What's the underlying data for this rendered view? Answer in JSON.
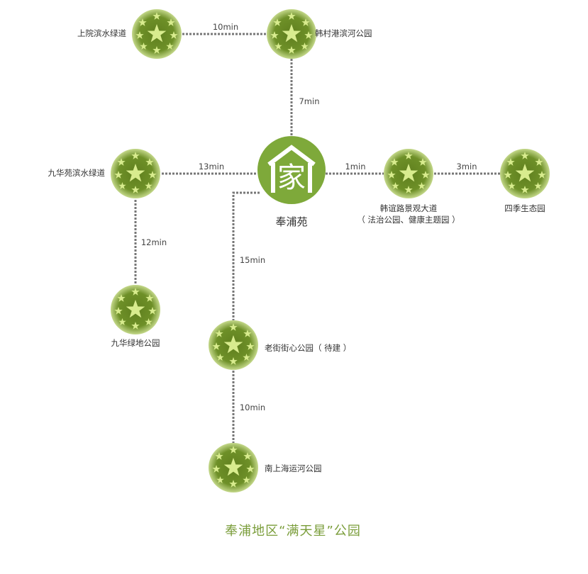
{
  "title": "奉浦地区“满天星”公园",
  "home": {
    "label": "奉浦苑",
    "icon_char": "家"
  },
  "nodes": [
    {
      "label": "上院滨水绿道"
    },
    {
      "label": "韩村港滨河公园"
    },
    {
      "label": "九华苑滨水绿道"
    },
    {
      "label": "韩谊路景观大道",
      "sub": "（ 法治公园、健康主题园 ）"
    },
    {
      "label": "四季生态园"
    },
    {
      "label": "九华绿地公园"
    },
    {
      "label": "老街街心公园（ 待建 ）"
    },
    {
      "label": "南上海运河公园"
    }
  ],
  "times": [
    "10min",
    "7min",
    "13min",
    "1min",
    "3min",
    "12min",
    "15min",
    "10min"
  ],
  "colors": {
    "accent": "#7a9d3a",
    "home": "#7ea93a",
    "line": "#777777"
  }
}
